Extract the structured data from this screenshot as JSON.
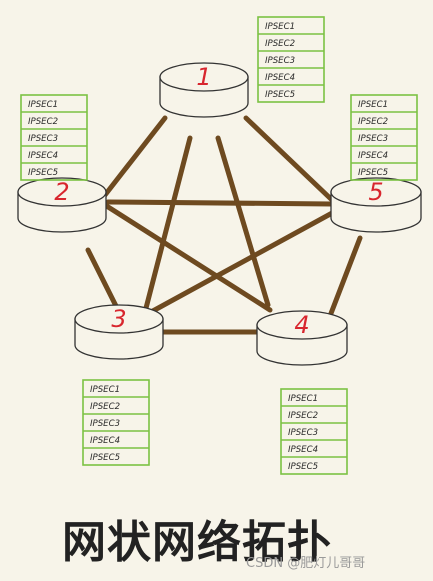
{
  "title": "网状网络拓扑",
  "watermark": "CSDN @肥灯儿哥哥",
  "colors": {
    "link": "#6e4a20",
    "node_label": "#d8262e",
    "table_border": "#7cc243"
  },
  "nodes": [
    {
      "id": "1",
      "label": "1"
    },
    {
      "id": "2",
      "label": "2"
    },
    {
      "id": "3",
      "label": "3"
    },
    {
      "id": "4",
      "label": "4"
    },
    {
      "id": "5",
      "label": "5"
    }
  ],
  "links": [
    [
      "1",
      "2"
    ],
    [
      "1",
      "3"
    ],
    [
      "1",
      "4"
    ],
    [
      "1",
      "5"
    ],
    [
      "2",
      "3"
    ],
    [
      "2",
      "4"
    ],
    [
      "2",
      "5"
    ],
    [
      "3",
      "4"
    ],
    [
      "3",
      "5"
    ],
    [
      "4",
      "5"
    ]
  ],
  "tables": [
    {
      "node": "1",
      "rows": [
        "IPSEC1",
        "IPSEC2",
        "IPSEC3",
        "IPSEC4",
        "IPSEC5"
      ]
    },
    {
      "node": "2",
      "rows": [
        "IPSEC1",
        "IPSEC2",
        "IPSEC3",
        "IPSEC4",
        "IPSEC5"
      ]
    },
    {
      "node": "5",
      "rows": [
        "IPSEC1",
        "IPSEC2",
        "IPSEC3",
        "IPSEC4",
        "IPSEC5"
      ]
    },
    {
      "node": "3",
      "rows": [
        "IPSEC1",
        "IPSEC2",
        "IPSEC3",
        "IPSEC4",
        "IPSEC5"
      ]
    },
    {
      "node": "4",
      "rows": [
        "IPSEC1",
        "IPSEC2",
        "IPSEC3",
        "IPSEC4",
        "IPSEC5"
      ]
    }
  ]
}
